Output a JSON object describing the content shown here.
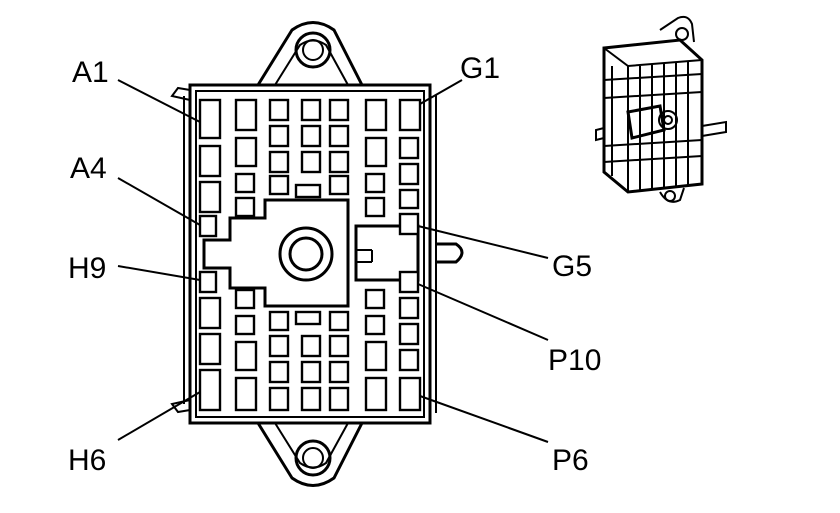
{
  "callouts": {
    "a1": "A1",
    "a4": "A4",
    "h9": "H9",
    "h6": "H6",
    "g1": "G1",
    "g5": "G5",
    "p10": "P10",
    "p6": "P6"
  },
  "colors": {
    "line": "#000000",
    "background": "#ffffff"
  }
}
